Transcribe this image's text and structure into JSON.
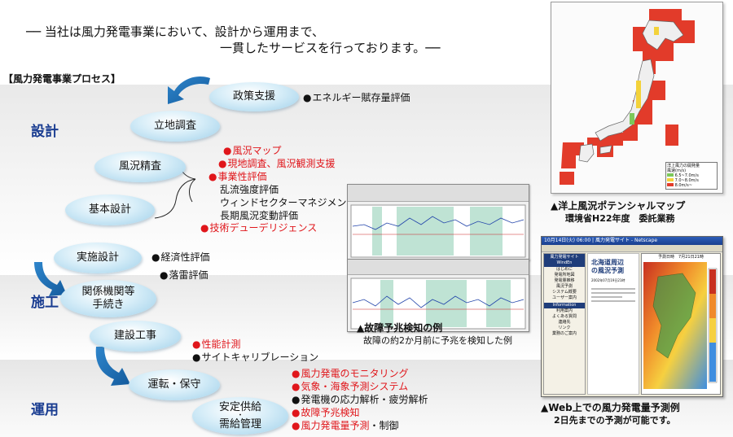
{
  "header": {
    "line1": "── 当社は風力発電事業において、設計から運用まで、",
    "line2": "一貫したサービスを行っております。──"
  },
  "process_title": "【風力発電事業プロセス】",
  "phases": {
    "design": "設計",
    "construction": "施工",
    "operation": "運用"
  },
  "steps": {
    "policy": "政策支援",
    "site": "立地調査",
    "wind": "風況精査",
    "basic": "基本設計",
    "impl": "実施設計",
    "related_1": "関係機関等",
    "related_2": "手続き",
    "construct": "建設工事",
    "ops": "運転・保守",
    "supply_1": "安定供給",
    "supply_2": "・",
    "supply_3": "需給管理"
  },
  "items": {
    "policy": "エネルギー賦存量評価",
    "design_1": "風況マップ",
    "design_2": "現地調査、風況観測支援",
    "design_3": "事業性評価",
    "design_sub_1": "乱流強度評価",
    "design_sub_2": "ウィンドセクターマネジメント",
    "design_sub_3": "長期風況変動評価",
    "design_4": "技術デューデリジェンス",
    "impl_1": "経済性評価",
    "impl_2": "落雷評価",
    "cons_1": "性能計測",
    "cons_2": "サイトキャリブレーション",
    "ops_1": "風力発電のモニタリング",
    "ops_2": "気象・海象予測システム",
    "ops_3": "発電機の応力解析・疲労解析",
    "ops_4": "故障予兆検知",
    "ops_5a": "風力発電量予測",
    "ops_5b": "・制御"
  },
  "map_panel": {
    "legend_title": "洋上風力の開発量",
    "legend_unit": "風速(m/s)",
    "legend_1": "6.5~7.0m/s",
    "legend_2": "7.0~8.0m/s",
    "legend_3": "8.0m/s~",
    "caption": "▲洋上風況ポテンシャルマップ",
    "sub": "環境省H22年度　委託業務"
  },
  "fault_panel": {
    "caption": "▲故障予兆検知の例",
    "sub": "故障の約2か月前に予兆を検知した例"
  },
  "web_panel": {
    "window_title": "10月14日(火) 06:00 | 風力発電サイト - Netscape",
    "side_title": "風力発電サイト",
    "side_sub": "WindEn",
    "side_items": [
      "はじめに",
      "発電所地図",
      "発電量推移",
      "風況予測",
      "システム概要",
      "ユーザー案内"
    ],
    "side_info": "Information",
    "side_info_items": [
      "利用案内",
      "よくある質問",
      "連絡先",
      "リンク",
      "業務のご案内"
    ],
    "main_title_1": "北海道周辺",
    "main_title_2": "の風況予測",
    "main_date": "2002年07月19日21時",
    "chart_header": "予測日時　7月21日21時",
    "caption": "▲Web上での風力発電量予測例",
    "sub": "2日先までの予測が可能です。"
  }
}
